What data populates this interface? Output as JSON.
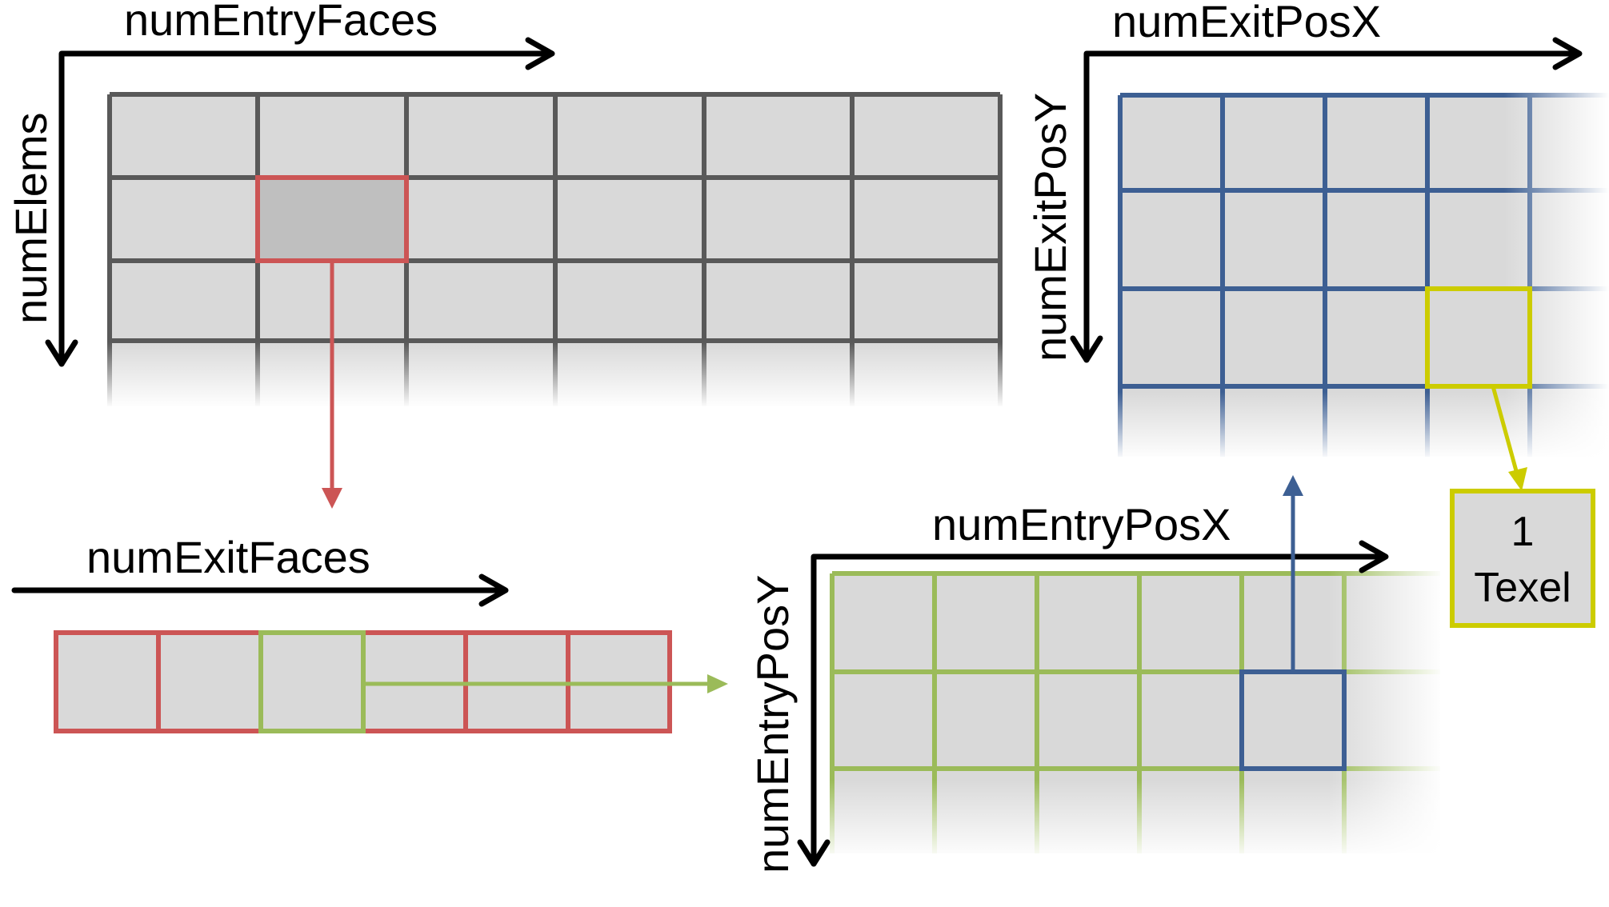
{
  "labels": {
    "num_entry_faces": "numEntryFaces",
    "num_elems": "numElems",
    "num_exit_faces": "numExitFaces",
    "num_exit_pos_x": "numExitPosX",
    "num_exit_pos_y": "numExitPosY",
    "num_entry_pos_x": "numEntryPosX",
    "num_entry_pos_y": "numEntryPosY",
    "texel_count": "1",
    "texel_unit": "Texel"
  },
  "colors": {
    "cell_fill": "#d9d9d9",
    "cell_selected_fill": "#bfbfbf",
    "grid_gray": "#595959",
    "grid_red": "#cc5555",
    "grid_blue": "#3d5f93",
    "grid_green": "#9bbb59",
    "highlight_yellow": "#cccc00",
    "axis": "#000000"
  }
}
